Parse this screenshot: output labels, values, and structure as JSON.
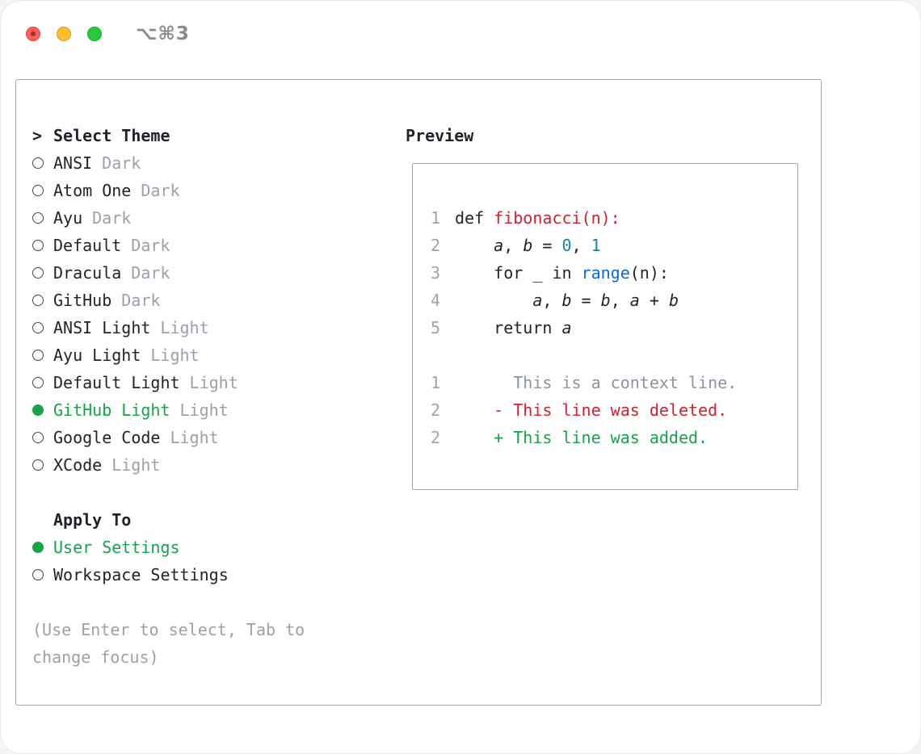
{
  "colors": {
    "fg": "#1f2328",
    "muted": "#9ba1a9",
    "green": "#17a34a",
    "red": "#cf222e",
    "teal": "#0d8a9e",
    "blue": "#0969da",
    "lnum": "#9aa5ad",
    "ctx": "#8b949e",
    "border": "#a6a6a6",
    "radio_border": "#43484e",
    "shortcut": "#8a8a8e",
    "traffic_red": "#ff5f57",
    "traffic_yellow": "#febc2e",
    "traffic_green": "#28c840"
  },
  "window": {
    "shortcut_label": "⌥⌘3"
  },
  "theme_picker": {
    "prompt": ">",
    "title": "Select Theme",
    "items": [
      {
        "name": "ANSI",
        "variant": "Dark",
        "selected": false
      },
      {
        "name": "Atom One",
        "variant": "Dark",
        "selected": false
      },
      {
        "name": "Ayu",
        "variant": "Dark",
        "selected": false
      },
      {
        "name": "Default",
        "variant": "Dark",
        "selected": false
      },
      {
        "name": "Dracula",
        "variant": "Dark",
        "selected": false
      },
      {
        "name": "GitHub",
        "variant": "Dark",
        "selected": false
      },
      {
        "name": "ANSI Light",
        "variant": "Light",
        "selected": false
      },
      {
        "name": "Ayu Light",
        "variant": "Light",
        "selected": false
      },
      {
        "name": "Default Light",
        "variant": "Light",
        "selected": false
      },
      {
        "name": "GitHub Light",
        "variant": "Light",
        "selected": true
      },
      {
        "name": "Google Code",
        "variant": "Light",
        "selected": false
      },
      {
        "name": "XCode",
        "variant": "Light",
        "selected": false
      }
    ],
    "apply_to": {
      "title": "Apply To",
      "options": [
        {
          "label": "User Settings",
          "selected": true
        },
        {
          "label": "Workspace Settings",
          "selected": false
        }
      ]
    },
    "hint": "(Use Enter to select, Tab to change focus)"
  },
  "preview": {
    "title": "Preview",
    "lines": [
      {
        "num": "1",
        "segs": [
          [
            "def ",
            "plain"
          ],
          [
            "fibonacci(n):",
            "func"
          ]
        ]
      },
      {
        "num": "2",
        "segs": [
          [
            "    ",
            "plain"
          ],
          [
            "a",
            "var"
          ],
          [
            ", ",
            "plain"
          ],
          [
            "b",
            "var"
          ],
          [
            " = ",
            "plain"
          ],
          [
            "0",
            "number"
          ],
          [
            ", ",
            "plain"
          ],
          [
            "1",
            "number"
          ]
        ]
      },
      {
        "num": "3",
        "segs": [
          [
            "    for _ in ",
            "plain"
          ],
          [
            "range",
            "builtin"
          ],
          [
            "(n):",
            "plain"
          ]
        ]
      },
      {
        "num": "4",
        "segs": [
          [
            "        ",
            "plain"
          ],
          [
            "a",
            "var"
          ],
          [
            ", ",
            "plain"
          ],
          [
            "b",
            "var"
          ],
          [
            " = ",
            "plain"
          ],
          [
            "b",
            "var"
          ],
          [
            ", ",
            "plain"
          ],
          [
            "a",
            "var"
          ],
          [
            " + ",
            "plain"
          ],
          [
            "b",
            "var"
          ]
        ]
      },
      {
        "num": "5",
        "segs": [
          [
            "    return ",
            "plain"
          ],
          [
            "a",
            "var"
          ]
        ]
      },
      {
        "num": "",
        "segs": []
      },
      {
        "num": "1",
        "segs": [
          [
            "      This is a context line.",
            "ctx"
          ]
        ]
      },
      {
        "num": "2",
        "segs": [
          [
            "    - This line was deleted.",
            "del"
          ]
        ]
      },
      {
        "num": "2",
        "segs": [
          [
            "    + This line was added.",
            "add"
          ]
        ]
      }
    ]
  }
}
